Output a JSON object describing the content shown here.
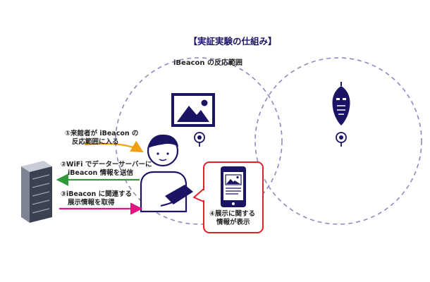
{
  "title": "【実証実験の仕組み】",
  "range_label": "iBeacon の反応範囲",
  "steps": [
    {
      "line1": "①来館者が iBeacon の",
      "line2": "反応範囲に入る"
    },
    {
      "line1": "②WiFi でデーターサーバーに",
      "line2": "iBeacon 情報を送信"
    },
    {
      "line1": "③iBeacon に関連する",
      "line2": "展示情報を取得"
    }
  ],
  "callout": {
    "line1": "④展示に関する",
    "line2": "情報が表示"
  },
  "colors": {
    "navy": "#1b1464",
    "dashed_circle": "#8e89c4",
    "arrow_orange": "#f0a010",
    "arrow_green": "#2e9a3c",
    "arrow_magenta": "#e0157f",
    "callout_border": "#e0202a"
  },
  "icons": [
    "server-icon",
    "person-icon",
    "tablet-icon",
    "picture-icon",
    "mask-icon",
    "beacon-icon",
    "smartphone-icon"
  ]
}
